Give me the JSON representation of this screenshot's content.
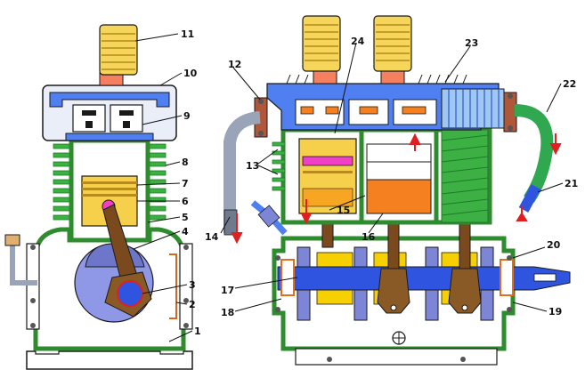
{
  "figure": {
    "caption": "",
    "colors": {
      "frame": "#2e8b2e",
      "cooling_fins": "#3cb043",
      "cooling_fins_dark": "#1f7a2a",
      "air_filter": "#f5d65a",
      "filter_stripe": "#b88a1a",
      "cylinder_head": "#4f7ff0",
      "valve_cover": "#e9eef8",
      "piston": "#f6a623",
      "piston_orange": "#f48020",
      "connecting_rod": "#7a4a1e",
      "crankshaft": "#2f55e0",
      "counterweight": "#7d86d6",
      "crank_disk": "#8f98e6",
      "valve_plate": "#f040c8",
      "pipe_grey": "#9aa4b8",
      "pipe_green": "#2fa84f",
      "bearing": "#f6d000",
      "outline": "#1a1a1a",
      "arrow": "#e02020"
    }
  },
  "callouts": [
    {
      "id": "1",
      "text": "1"
    },
    {
      "id": "2",
      "text": "2"
    },
    {
      "id": "3",
      "text": "3"
    },
    {
      "id": "4",
      "text": "4"
    },
    {
      "id": "5",
      "text": "5"
    },
    {
      "id": "6",
      "text": "6"
    },
    {
      "id": "7",
      "text": "7"
    },
    {
      "id": "8",
      "text": "8"
    },
    {
      "id": "9",
      "text": "9"
    },
    {
      "id": "10",
      "text": "10"
    },
    {
      "id": "11",
      "text": "11"
    },
    {
      "id": "12",
      "text": "12"
    },
    {
      "id": "13",
      "text": "13"
    },
    {
      "id": "14",
      "text": "14"
    },
    {
      "id": "15",
      "text": "15"
    },
    {
      "id": "16",
      "text": "16"
    },
    {
      "id": "17",
      "text": "17"
    },
    {
      "id": "18",
      "text": "18"
    },
    {
      "id": "19",
      "text": "19"
    },
    {
      "id": "20",
      "text": "20"
    },
    {
      "id": "21",
      "text": "21"
    },
    {
      "id": "22",
      "text": "22"
    },
    {
      "id": "23",
      "text": "23"
    },
    {
      "id": "24",
      "text": "24"
    }
  ]
}
